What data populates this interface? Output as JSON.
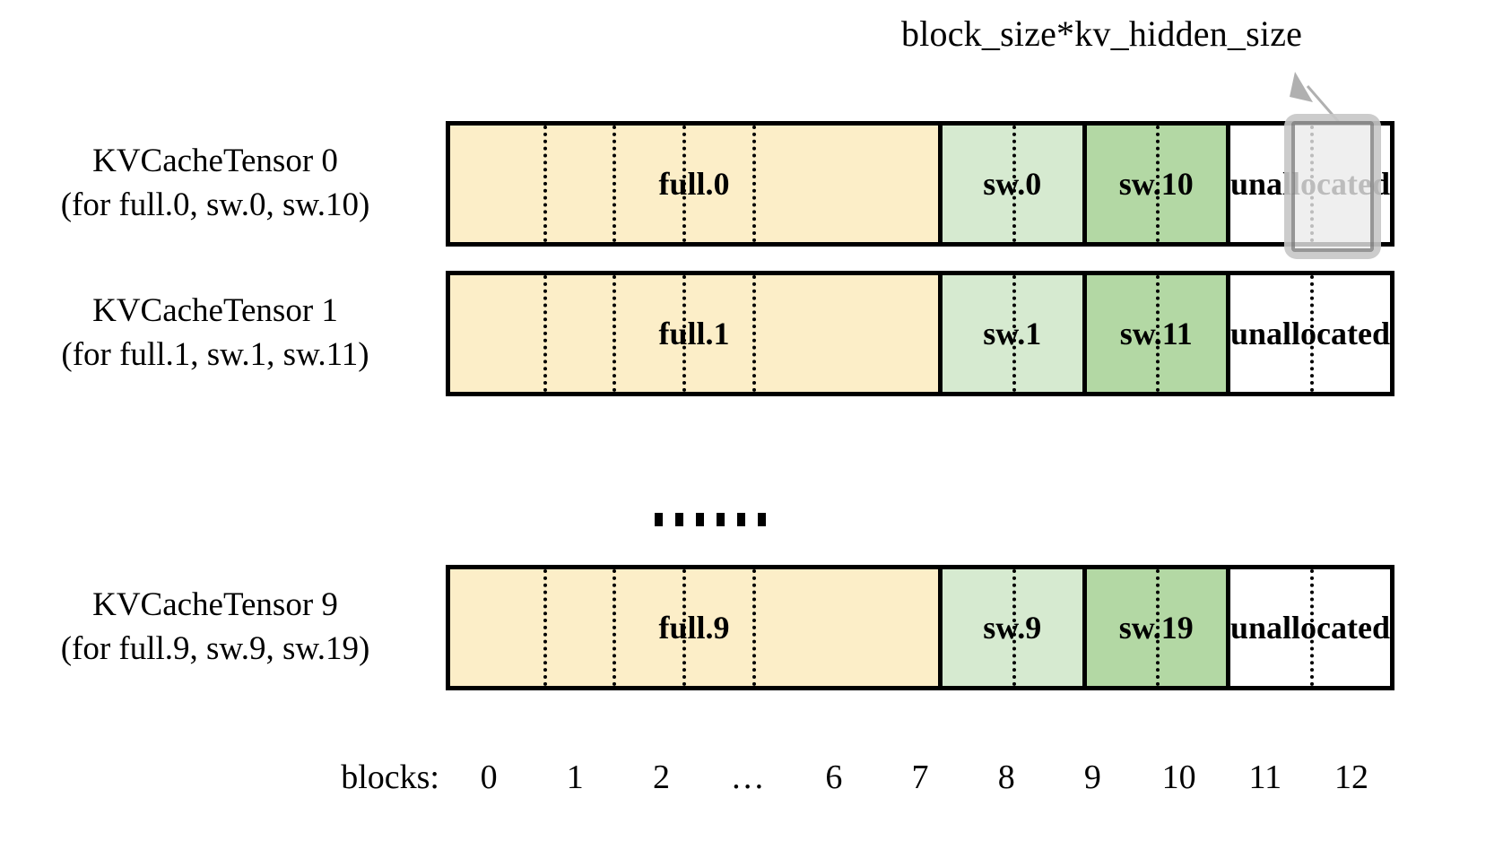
{
  "callout": {
    "label": "block_size*kv_hidden_size",
    "arrow_icon": "arrow-up-left-icon",
    "color": "#b0b0b0"
  },
  "colors": {
    "full": "#fceec8",
    "sw_low": "#d6ead0",
    "sw_high": "#b3d8a4",
    "unallocated": "#ffffff",
    "border": "#000000",
    "highlight_fill": "#ebebeb",
    "highlight_border": "#787878"
  },
  "rows": [
    {
      "label_line1": "KVCacheTensor 0",
      "label_line2": "(for full.0, sw.0, sw.10)",
      "segments": [
        {
          "name": "full",
          "text": "full.0",
          "blocks": 7
        },
        {
          "name": "sw_low",
          "text": "sw.0",
          "blocks": 2
        },
        {
          "name": "sw_high",
          "text": "sw.10",
          "blocks": 2
        },
        {
          "name": "unallocated",
          "text": "unallocated",
          "blocks": 2
        }
      ],
      "highlighted_block": 11
    },
    {
      "label_line1": "KVCacheTensor 1",
      "label_line2": "(for full.1, sw.1, sw.11)",
      "segments": [
        {
          "name": "full",
          "text": "full.1",
          "blocks": 7
        },
        {
          "name": "sw_low",
          "text": "sw.1",
          "blocks": 2
        },
        {
          "name": "sw_high",
          "text": "sw.11",
          "blocks": 2
        },
        {
          "name": "unallocated",
          "text": "unallocated",
          "blocks": 2
        }
      ],
      "highlighted_block": null
    },
    {
      "label_line1": "KVCacheTensor 9",
      "label_line2": "(for full.9, sw.9, sw.19)",
      "segments": [
        {
          "name": "full",
          "text": "full.9",
          "blocks": 7
        },
        {
          "name": "sw_low",
          "text": "sw.9",
          "blocks": 2
        },
        {
          "name": "sw_high",
          "text": "sw.19",
          "blocks": 2
        },
        {
          "name": "unallocated",
          "text": "unallocated",
          "blocks": 2
        }
      ],
      "highlighted_block": null
    }
  ],
  "vertical_ellipsis": "......",
  "axis": {
    "title": "blocks:",
    "ticks": [
      "0",
      "1",
      "2",
      "…",
      "6",
      "7",
      "8",
      "9",
      "10",
      "11",
      "12"
    ]
  }
}
